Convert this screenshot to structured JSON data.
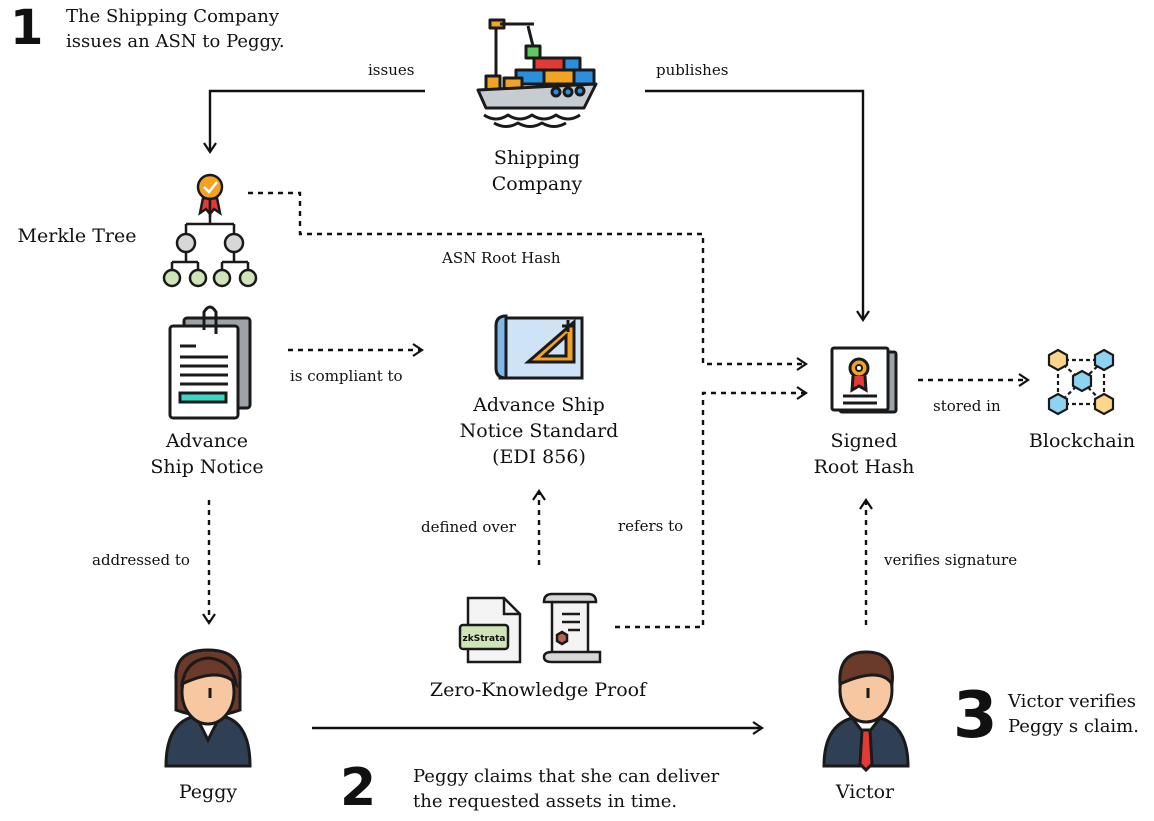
{
  "steps": {
    "s1": {
      "num": "1",
      "line1": "The Shipping Company",
      "line2": "issues an ASN to Peggy."
    },
    "s2": {
      "num": "2",
      "line1": "Peggy claims that she can deliver",
      "line2": "the requested assets in time."
    },
    "s3": {
      "num": "3",
      "line1": "Victor verifies",
      "line2": "Peggy s claim."
    }
  },
  "nodes": {
    "shipping": {
      "line1": "Shipping",
      "line2": "Company"
    },
    "merkle": "Merkle Tree",
    "asn": {
      "line1": "Advance",
      "line2": "Ship Notice"
    },
    "standard": {
      "line1": "Advance Ship",
      "line2": "Notice Standard",
      "line3": "(EDI 856)"
    },
    "signed": {
      "line1": "Signed",
      "line2": "Root Hash"
    },
    "blockchain": "Blockchain",
    "zkp": "Zero-Knowledge Proof",
    "zkp_badge": "zkStrata",
    "peggy": "Peggy",
    "victor": "Victor"
  },
  "edges": {
    "issues": "issues",
    "publishes": "publishes",
    "asn_root_hash": "ASN Root Hash",
    "compliant": "is compliant to",
    "stored_in": "stored in",
    "addressed_to": "addressed to",
    "defined_over": "defined over",
    "refers_to": "refers to",
    "verifies_signature": "verifies signature"
  },
  "colors": {
    "outline": "#1a1a1a",
    "orange": "#f3a323",
    "teal": "#3bd6c6",
    "light_blue": "#cfe3f6",
    "blockchain_blue": "#8fd3f2",
    "green": "#cfe5b8",
    "red_tie": "#e53935",
    "hair": "#6b3a2a",
    "skin": "#f7c7a1",
    "suit": "#2f4054"
  }
}
